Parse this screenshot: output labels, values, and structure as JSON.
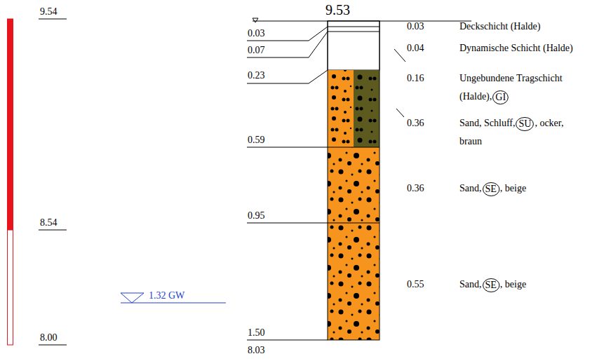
{
  "diagram": {
    "nodes": [
      {
        "text": [
          "GI"
        ]
      },
      {
        "text": [
          "SU"
        ]
      },
      {
        "text": [
          "SE"
        ]
      },
      {
        "text": [
          "SE"
        ]
      }
    ],
    "labels": [
      "9.54",
      "8.54",
      "8.00",
      "1.32 GW",
      "9.53",
      "0.03",
      "0.07",
      "0.23",
      "0.59",
      "0.95",
      "1.50",
      "8.03",
      "0.03",
      "0.04",
      "0.16",
      "0.36",
      "0.36",
      "0.55",
      "Deckschicht (Halde)",
      "Dynamische Schicht (Halde)",
      "Ungebundene Tragschicht (Halde),",
      "Sand, Schluff,",
      ", ocker, braun",
      "Sand,",
      ", beige",
      "Sand,",
      ", beige"
    ]
  }
}
